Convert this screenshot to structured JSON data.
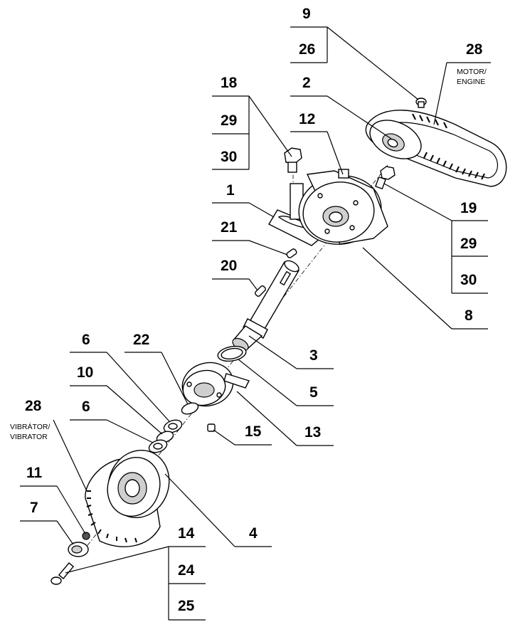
{
  "callouts": [
    {
      "id": "c9",
      "labels": [
        "9",
        "26"
      ]
    },
    {
      "id": "c28m",
      "labels": [
        "28"
      ],
      "note": [
        "MOTOR/",
        "ENGINE"
      ]
    },
    {
      "id": "c18",
      "labels": [
        "18",
        "29",
        "30"
      ]
    },
    {
      "id": "c2",
      "labels": [
        "2"
      ]
    },
    {
      "id": "c12",
      "labels": [
        "12"
      ]
    },
    {
      "id": "c1",
      "labels": [
        "1"
      ]
    },
    {
      "id": "c19",
      "labels": [
        "19",
        "29",
        "30"
      ]
    },
    {
      "id": "c21",
      "labels": [
        "21"
      ]
    },
    {
      "id": "c20",
      "labels": [
        "20"
      ]
    },
    {
      "id": "c8",
      "labels": [
        "8"
      ]
    },
    {
      "id": "c3",
      "labels": [
        "3"
      ]
    },
    {
      "id": "c6a",
      "labels": [
        "6"
      ]
    },
    {
      "id": "c22",
      "labels": [
        "22"
      ]
    },
    {
      "id": "c5",
      "labels": [
        "5"
      ]
    },
    {
      "id": "c10",
      "labels": [
        "10"
      ]
    },
    {
      "id": "c13",
      "labels": [
        "13"
      ]
    },
    {
      "id": "c28v",
      "labels": [
        "28"
      ],
      "note": [
        "VIBRÁTOR/",
        "VIBRATOR"
      ]
    },
    {
      "id": "c6b",
      "labels": [
        "6"
      ]
    },
    {
      "id": "c15",
      "labels": [
        "15"
      ]
    },
    {
      "id": "c11",
      "labels": [
        "11"
      ]
    },
    {
      "id": "c4",
      "labels": [
        "4"
      ]
    },
    {
      "id": "c7",
      "labels": [
        "7"
      ]
    },
    {
      "id": "c14",
      "labels": [
        "14",
        "24",
        "25"
      ]
    }
  ]
}
